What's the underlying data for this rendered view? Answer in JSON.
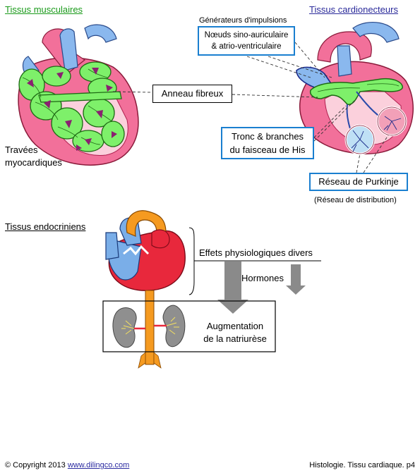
{
  "sections": {
    "muscular_title": "Tissus musculaires",
    "conducting_title": "Tissus cardionecteurs",
    "endocrine_title": "Tissus endocriniens"
  },
  "labels": {
    "impulse_generators": "Générateurs d'impulsions",
    "nodes_line1": "Nœuds sino-auriculaire",
    "nodes_line2": "& atrio-ventriculaire",
    "annulus": "Anneau fibreux",
    "trabeculae_line1": "Travées",
    "trabeculae_line2": "myocardiques",
    "his_line1": "Tronc & branches",
    "his_line2": "du faisceau de His",
    "purkinje": "Réseau de Purkinje",
    "distribution_network": "(Réseau de distribution)",
    "physio_effects": "Effets physiologiques divers",
    "hormones": "Hormones",
    "natriuresis_line1": "Augmentation",
    "natriuresis_line2": "de la natriurèse"
  },
  "footer": {
    "copyright": "© Copyright 2013",
    "link_text": "www.dilingco.com",
    "page_ref": "Histologie. Tissu cardiaque. p4"
  },
  "colors": {
    "heart_pink": "#f2709a",
    "heart_red": "#e8283c",
    "vessel_blue": "#8ab8ee",
    "muscle_green": "#7ef06a",
    "myo_purple": "#8a2070",
    "box_blue": "#1a7fd0",
    "aorta_orange": "#f59a20",
    "kidney_grey": "#8f8f8f"
  }
}
